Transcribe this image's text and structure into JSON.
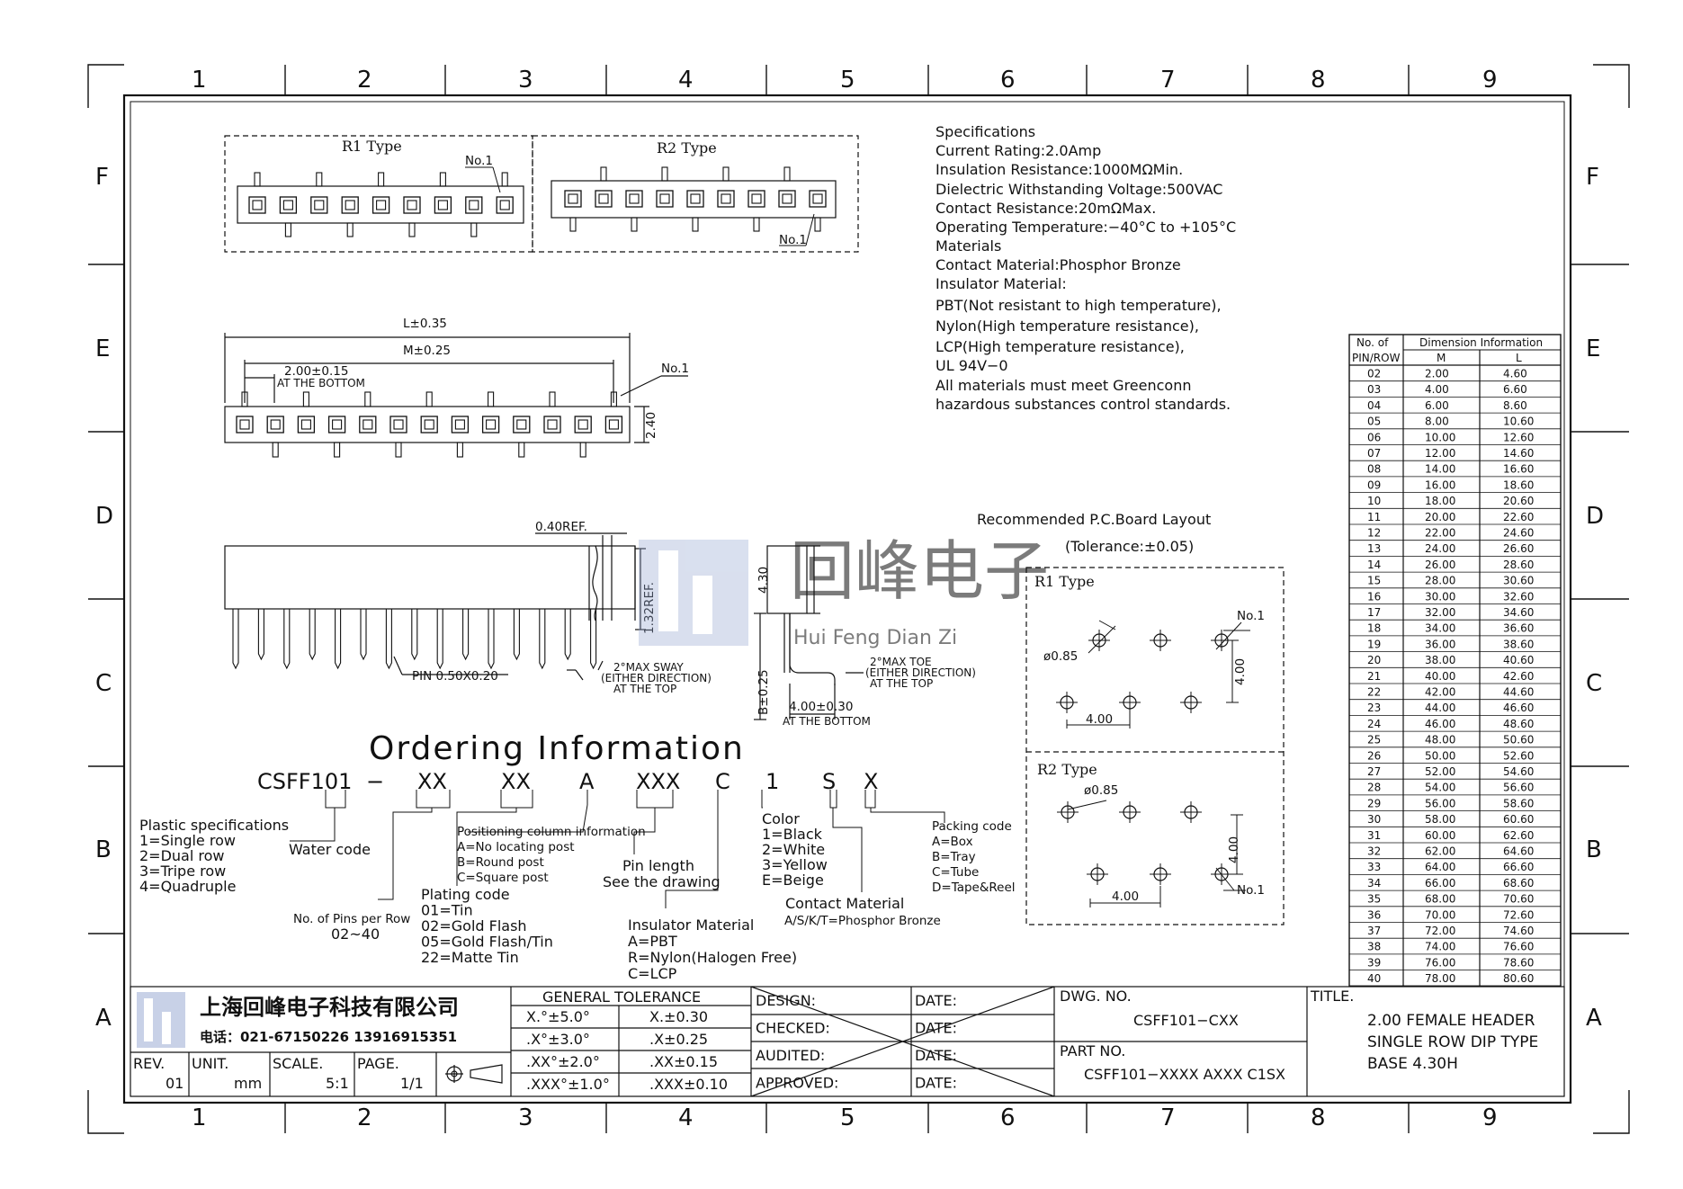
{
  "frame": {
    "columns": [
      "1",
      "2",
      "3",
      "4",
      "5",
      "6",
      "7",
      "8",
      "9"
    ],
    "rows": [
      "F",
      "E",
      "D",
      "C",
      "B",
      "A"
    ]
  },
  "specs": {
    "lines": [
      "Specifications",
      "Current  Rating:2.0Amp",
      "Insulation  Resistance:1000MΩMin.",
      "Dielectric  Withstanding  Voltage:500VAC",
      "Contact  Resistance:20mΩMax.",
      "Operating  Temperature:−40°C  to  +105°C",
      "Materials",
      "Contact  Material:Phosphor  Bronze",
      "Insulator  Material:",
      "PBT(Not  resistant  to  high  temperature),",
      "Nylon(High  temperature  resistance),",
      "LCP(High  temperature  resistance),",
      "UL  94V−0",
      "All  materials  must  meet  Greenconn",
      "hazardous  substances  control  standards."
    ]
  },
  "views": {
    "r1_type": "R1  Type",
    "r2_type": "R2  Type",
    "no1": "No.1",
    "dim_l": "L±0.35",
    "dim_m": "M±0.25",
    "dim_pitch": "2.00±0.15",
    "at_bottom": "AT  THE  BOTTOM",
    "dim_height": "2.40",
    "ref040": "0.40REF.",
    "ref132": "1.32REF.",
    "dim430": "4.30",
    "pin_size": "PIN  0.50X0.20",
    "sway1": "2°MAX  SWAY",
    "sway2": "(EITHER  DIRECTION)",
    "sway3": "AT  THE  TOP",
    "toe1": "2°MAX  TOE",
    "toe2": "(EITHER  DIRECTION)",
    "toe3": "AT  THE  TOP",
    "dim_b": "B±0.25",
    "dim400b": "4.00±0.30",
    "at_bottom2": "AT  THE  BOTTOM"
  },
  "pcb": {
    "title": "Recommended  P.C.Board Layout",
    "tolerance": "(Tolerance:±0.05)",
    "r1": "R1  Type",
    "r2": "R2  Type",
    "hole": "ø0.85",
    "pitch": "4.00",
    "no1": "No.1"
  },
  "watermark": {
    "cn": "回峰电子",
    "pinyin": "Hui Feng Dian Zi"
  },
  "ordering": {
    "title": "Ordering  Information",
    "code_parts": [
      "CSFF101",
      "−",
      "XX",
      "XX",
      "A",
      "XXX",
      "C",
      "1",
      "S",
      "X"
    ],
    "plastic": [
      "Plastic  specifications",
      "1=Single  row",
      "2=Dual  row",
      "3=Tripe  row",
      "4=Quadruple"
    ],
    "water": "Water  code",
    "pins_per_row": [
      "No.  of  Pins  per  Row",
      "02~40"
    ],
    "plating": [
      "Plating  code",
      "01=Tin",
      "02=Gold  Flash",
      "05=Gold  Flash/Tin",
      "22=Matte  Tin"
    ],
    "positioning": [
      "Positioning  column  information",
      "A=No  locating  post",
      "B=Round  post",
      "C=Square  post"
    ],
    "pin_length": [
      "Pin  length",
      "See  the  drawing"
    ],
    "insulator": [
      "Insulator  Material",
      "A=PBT",
      "R=Nylon(Halogen  Free)",
      "C=LCP"
    ],
    "color": [
      "Color",
      "1=Black",
      "2=White",
      "3=Yellow",
      "E=Beige"
    ],
    "contact": [
      "Contact  Material",
      "A/S/K/T=Phosphor  Bronze"
    ],
    "packing": [
      "Packing  code",
      "A=Box",
      "B=Tray",
      "C=Tube",
      "D=Tape&Reel"
    ]
  },
  "dim_table": {
    "head_no": "No.  of",
    "head_pinrow": "PIN/ROW",
    "head_dim": "Dimension  Information",
    "head_m": "M",
    "head_l": "L",
    "rows": [
      [
        "02",
        "2.00",
        "4.60"
      ],
      [
        "03",
        "4.00",
        "6.60"
      ],
      [
        "04",
        "6.00",
        "8.60"
      ],
      [
        "05",
        "8.00",
        "10.60"
      ],
      [
        "06",
        "10.00",
        "12.60"
      ],
      [
        "07",
        "12.00",
        "14.60"
      ],
      [
        "08",
        "14.00",
        "16.60"
      ],
      [
        "09",
        "16.00",
        "18.60"
      ],
      [
        "10",
        "18.00",
        "20.60"
      ],
      [
        "11",
        "20.00",
        "22.60"
      ],
      [
        "12",
        "22.00",
        "24.60"
      ],
      [
        "13",
        "24.00",
        "26.60"
      ],
      [
        "14",
        "26.00",
        "28.60"
      ],
      [
        "15",
        "28.00",
        "30.60"
      ],
      [
        "16",
        "30.00",
        "32.60"
      ],
      [
        "17",
        "32.00",
        "34.60"
      ],
      [
        "18",
        "34.00",
        "36.60"
      ],
      [
        "19",
        "36.00",
        "38.60"
      ],
      [
        "20",
        "38.00",
        "40.60"
      ],
      [
        "21",
        "40.00",
        "42.60"
      ],
      [
        "22",
        "42.00",
        "44.60"
      ],
      [
        "23",
        "44.00",
        "46.60"
      ],
      [
        "24",
        "46.00",
        "48.60"
      ],
      [
        "25",
        "48.00",
        "50.60"
      ],
      [
        "26",
        "50.00",
        "52.60"
      ],
      [
        "27",
        "52.00",
        "54.60"
      ],
      [
        "28",
        "54.00",
        "56.60"
      ],
      [
        "29",
        "56.00",
        "58.60"
      ],
      [
        "30",
        "58.00",
        "60.60"
      ],
      [
        "31",
        "60.00",
        "62.60"
      ],
      [
        "32",
        "62.00",
        "64.60"
      ],
      [
        "33",
        "64.00",
        "66.60"
      ],
      [
        "34",
        "66.00",
        "68.60"
      ],
      [
        "35",
        "68.00",
        "70.60"
      ],
      [
        "36",
        "70.00",
        "72.60"
      ],
      [
        "37",
        "72.00",
        "74.60"
      ],
      [
        "38",
        "74.00",
        "76.60"
      ],
      [
        "39",
        "76.00",
        "78.60"
      ],
      [
        "40",
        "78.00",
        "80.60"
      ]
    ]
  },
  "title_block": {
    "company": "上海回峰电子科技有限公司",
    "phone": "电话：021-67150226  13916915351",
    "rev_label": "REV.",
    "rev": "01",
    "unit_label": "UNIT.",
    "unit": "mm",
    "scale_label": "SCALE.",
    "scale": "5:1",
    "page_label": "PAGE.",
    "page": "1/1",
    "tol_title": "GENERAL  TOLERANCE",
    "tol": [
      [
        "X.°±5.0°",
        "X.±0.30"
      ],
      [
        ".X°±3.0°",
        ".X±0.25"
      ],
      [
        ".XX°±2.0°",
        ".XX±0.15"
      ],
      [
        ".XXX°±1.0°",
        ".XXX±0.10"
      ]
    ],
    "roles": [
      "DESIGN:",
      "CHECKED:",
      "AUDITED:",
      "APPROVED:"
    ],
    "date": "DATE:",
    "dwg_label": "DWG.  NO.",
    "dwg": "CSFF101−CXX",
    "part_label": "PART  NO.",
    "part": "CSFF101−XXXX  AXXX  C1SX",
    "title_label": "TITLE.",
    "title_lines": [
      "2.00  FEMALE  HEADER",
      "SINGLE  ROW  DIP  TYPE",
      "BASE  4.30H"
    ]
  }
}
